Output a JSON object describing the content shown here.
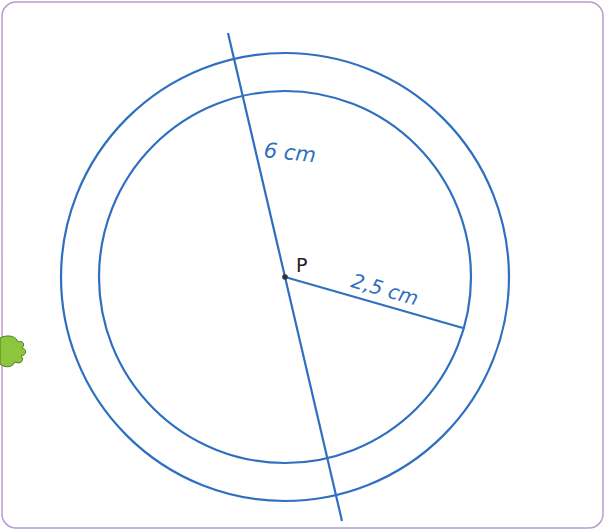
{
  "diagram": {
    "labels": [
      "6 cm",
      "P",
      "2,5 cm"
    ]
  }
}
